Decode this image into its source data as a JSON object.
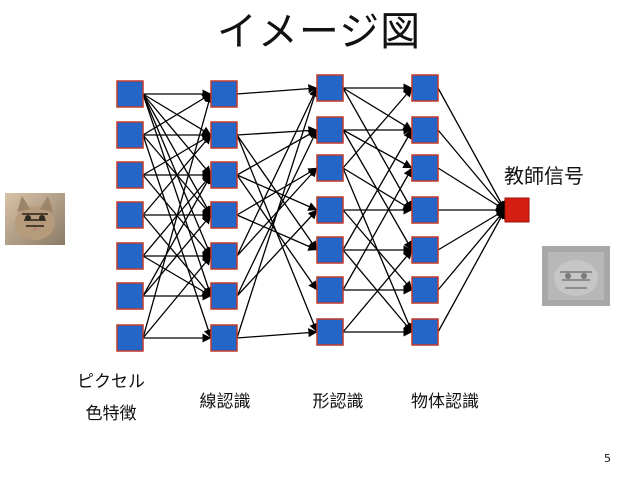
{
  "slide": {
    "title": "イメージ図",
    "page_number": "5"
  },
  "labels": {
    "input_line1": "ピクセル",
    "input_line2": "色特徴",
    "layer1": "線認識",
    "layer2": "形認識",
    "layer3": "物体認識",
    "teacher": "教師信号"
  },
  "colors": {
    "node_fill": "#2466c8",
    "node_border": "#c33a2a",
    "target_fill": "#d51e12"
  },
  "images": {
    "input_image": "cat-photo",
    "output_image": "cat-reconstruction"
  }
}
